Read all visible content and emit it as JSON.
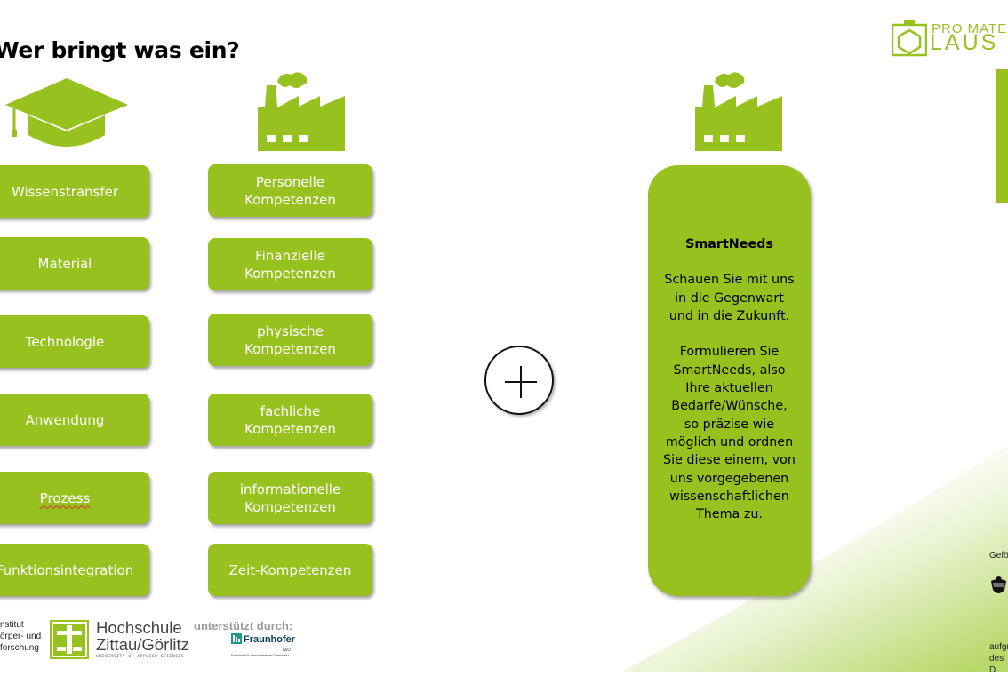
{
  "slide": {
    "title": "Wer bringt was ein?",
    "accent_color": "#97c11f"
  },
  "left_column": {
    "icon": "graduation-cap-icon",
    "items": [
      {
        "label": "Wissenstransfer"
      },
      {
        "label": "Material"
      },
      {
        "label": "Technologie"
      },
      {
        "label": "Anwendung"
      },
      {
        "label": "Prozess"
      },
      {
        "label": "Funktionsintegration"
      }
    ]
  },
  "middle_column": {
    "icon": "factory-icon",
    "items": [
      {
        "label": "Personelle\nKompetenzen"
      },
      {
        "label": "Finanzielle\nKompetenzen"
      },
      {
        "label": "physische\nKompetenzen"
      },
      {
        "label": "fachliche\nKompetenzen"
      },
      {
        "label": "informationelle\nKompetenzen"
      },
      {
        "label": "Zeit-Kompetenzen"
      }
    ]
  },
  "connector": {
    "icon": "plus-circle-icon"
  },
  "smartneeds": {
    "icon": "factory-icon",
    "title": "SmartNeeds",
    "text": "Schauen Sie mit uns\nin die Gegenwart\nund in die Zukunft.\n\nFormulieren Sie\nSmartNeeds, also\nIhre aktuellen\nBedarfe/Wünsche,\nso präzise wie\nmöglich und ordnen\nSie diese einem, von\nuns vorgegebenen\nwissenschaftlichen\nThema zu."
  },
  "footer": {
    "institute_text": "nstitut\nörper- und\nforschung",
    "university_name_1": "Hochschule",
    "university_name_2": "Zittau/Görlitz",
    "university_sub": "UNIVERSITY OF APPLIED SCIENCES",
    "supported_by": "unterstützt durch:",
    "fraunhofer": "Fraunhofer",
    "fraunhofer_sub": "IWU",
    "fraunhofer_tiny": "Fraunhofer-Kunststoffzentrum Oberlausitz"
  },
  "header_logo": {
    "line1": "PRO MATE",
    "line2": "LAUS"
  },
  "right_margin": {
    "gefoerdert": "Gefö",
    "aufgrund": "aufgr\ndes D"
  }
}
